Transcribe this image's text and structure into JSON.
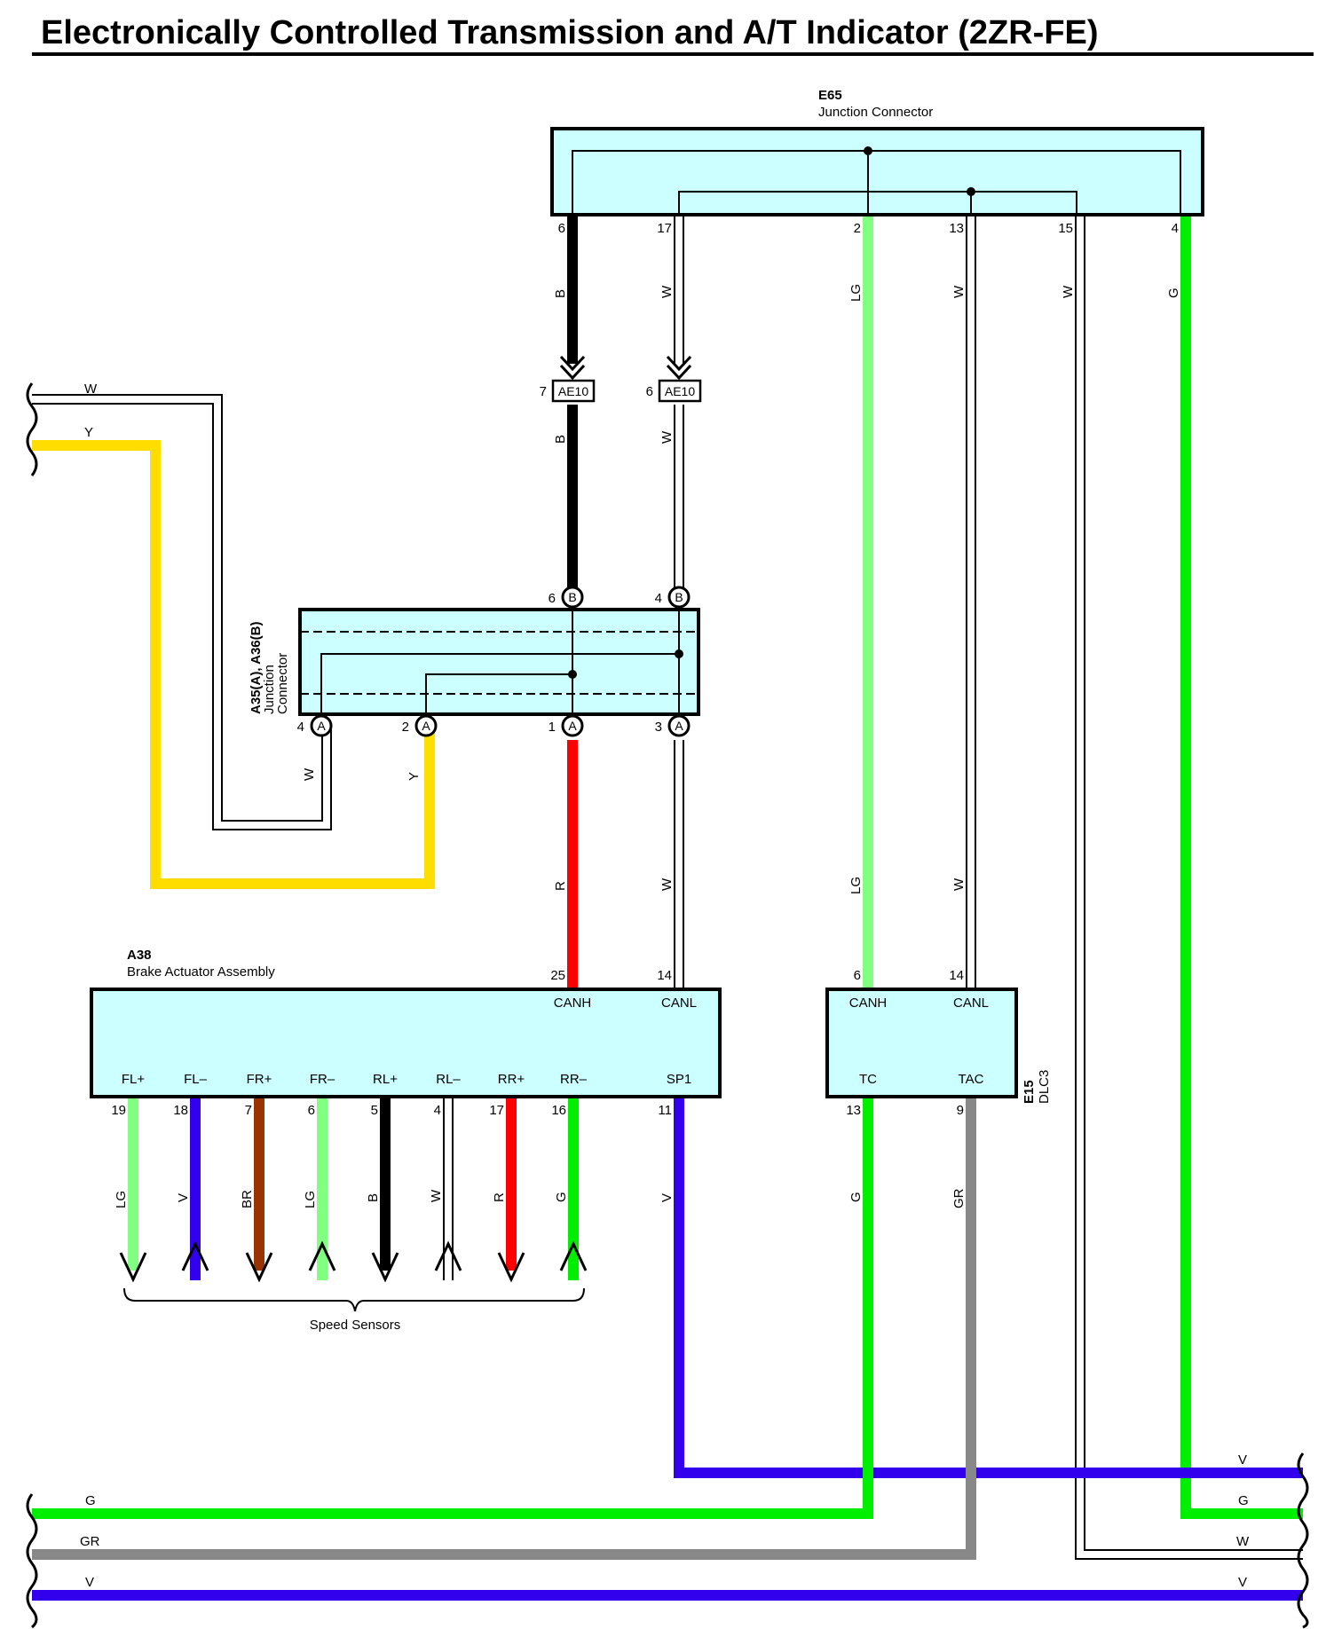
{
  "title": "Electronically Controlled Transmission and A/T Indicator (2ZR-FE)",
  "colors": {
    "B": "#000000",
    "W": "#ffffff",
    "LG": "#80ff80",
    "G": "#00ee00",
    "Y": "#ffdd00",
    "R": "#ff0000",
    "V": "#3300ee",
    "BR": "#993300",
    "GR": "#888888",
    "box_fill": "#ccffff"
  },
  "connectors": {
    "e65": {
      "id": "E65",
      "name": "Junction Connector",
      "pins": [
        {
          "pin": "6",
          "color": "B"
        },
        {
          "pin": "17",
          "color": "W"
        },
        {
          "pin": "2",
          "color": "LG"
        },
        {
          "pin": "13",
          "color": "W"
        },
        {
          "pin": "15",
          "color": "W"
        },
        {
          "pin": "4",
          "color": "G"
        }
      ]
    },
    "ae10": {
      "id": "AE10",
      "pins": [
        {
          "pin": "7",
          "color": "B"
        },
        {
          "pin": "6",
          "color": "W"
        }
      ]
    },
    "a35": {
      "id": "A35(A), A36(B)",
      "name_line1": "Junction",
      "name_line2": "Connector",
      "top_pins": [
        {
          "pin": "6",
          "letter": "B"
        },
        {
          "pin": "4",
          "letter": "B"
        }
      ],
      "bottom_pins": [
        {
          "pin": "4",
          "letter": "A"
        },
        {
          "pin": "2",
          "letter": "A"
        },
        {
          "pin": "1",
          "letter": "A"
        },
        {
          "pin": "3",
          "letter": "A"
        }
      ]
    },
    "a38": {
      "id": "A38",
      "name": "Brake Actuator Assembly",
      "top_pins": [
        {
          "pin": "25",
          "signal": "CANH"
        },
        {
          "pin": "14",
          "signal": "CANL"
        }
      ],
      "bottom_pins": [
        {
          "pin": "19",
          "signal": "FL+",
          "color": "LG"
        },
        {
          "pin": "18",
          "signal": "FL–",
          "color": "V"
        },
        {
          "pin": "7",
          "signal": "FR+",
          "color": "BR"
        },
        {
          "pin": "6",
          "signal": "FR–",
          "color": "LG"
        },
        {
          "pin": "5",
          "signal": "RL+",
          "color": "B"
        },
        {
          "pin": "4",
          "signal": "RL–",
          "color": "W"
        },
        {
          "pin": "17",
          "signal": "RR+",
          "color": "R"
        },
        {
          "pin": "16",
          "signal": "RR–",
          "color": "G"
        },
        {
          "pin": "11",
          "signal": "SP1",
          "color": "V"
        }
      ],
      "sensors_label": "Speed Sensors"
    },
    "e15": {
      "id": "E15",
      "name": "DLC3",
      "top_pins": [
        {
          "pin": "6",
          "signal": "CANH"
        },
        {
          "pin": "14",
          "signal": "CANL"
        }
      ],
      "bottom_pins": [
        {
          "pin": "13",
          "signal": "TC",
          "color": "G"
        },
        {
          "pin": "9",
          "signal": "TAC",
          "color": "GR"
        }
      ]
    }
  },
  "wire_labels": {
    "w_B_upper": "B",
    "w_W17": "W",
    "w_LG": "LG",
    "w_W13": "W",
    "w_W15": "W",
    "w_G4": "G",
    "w_B_mid": "B",
    "w_W_mid": "W",
    "w_W_left": "W",
    "w_Y_left": "Y",
    "w_W_a4": "W",
    "w_Y_a2": "Y",
    "w_R": "R",
    "w_W_a3": "W",
    "w_LG_lower": "LG",
    "w_W13_lower": "W"
  },
  "offpage": {
    "left_top": [
      "W",
      "Y"
    ],
    "bottom_left": [
      "G",
      "GR",
      "V"
    ],
    "bottom_right": [
      "V",
      "G",
      "W",
      "V"
    ]
  }
}
